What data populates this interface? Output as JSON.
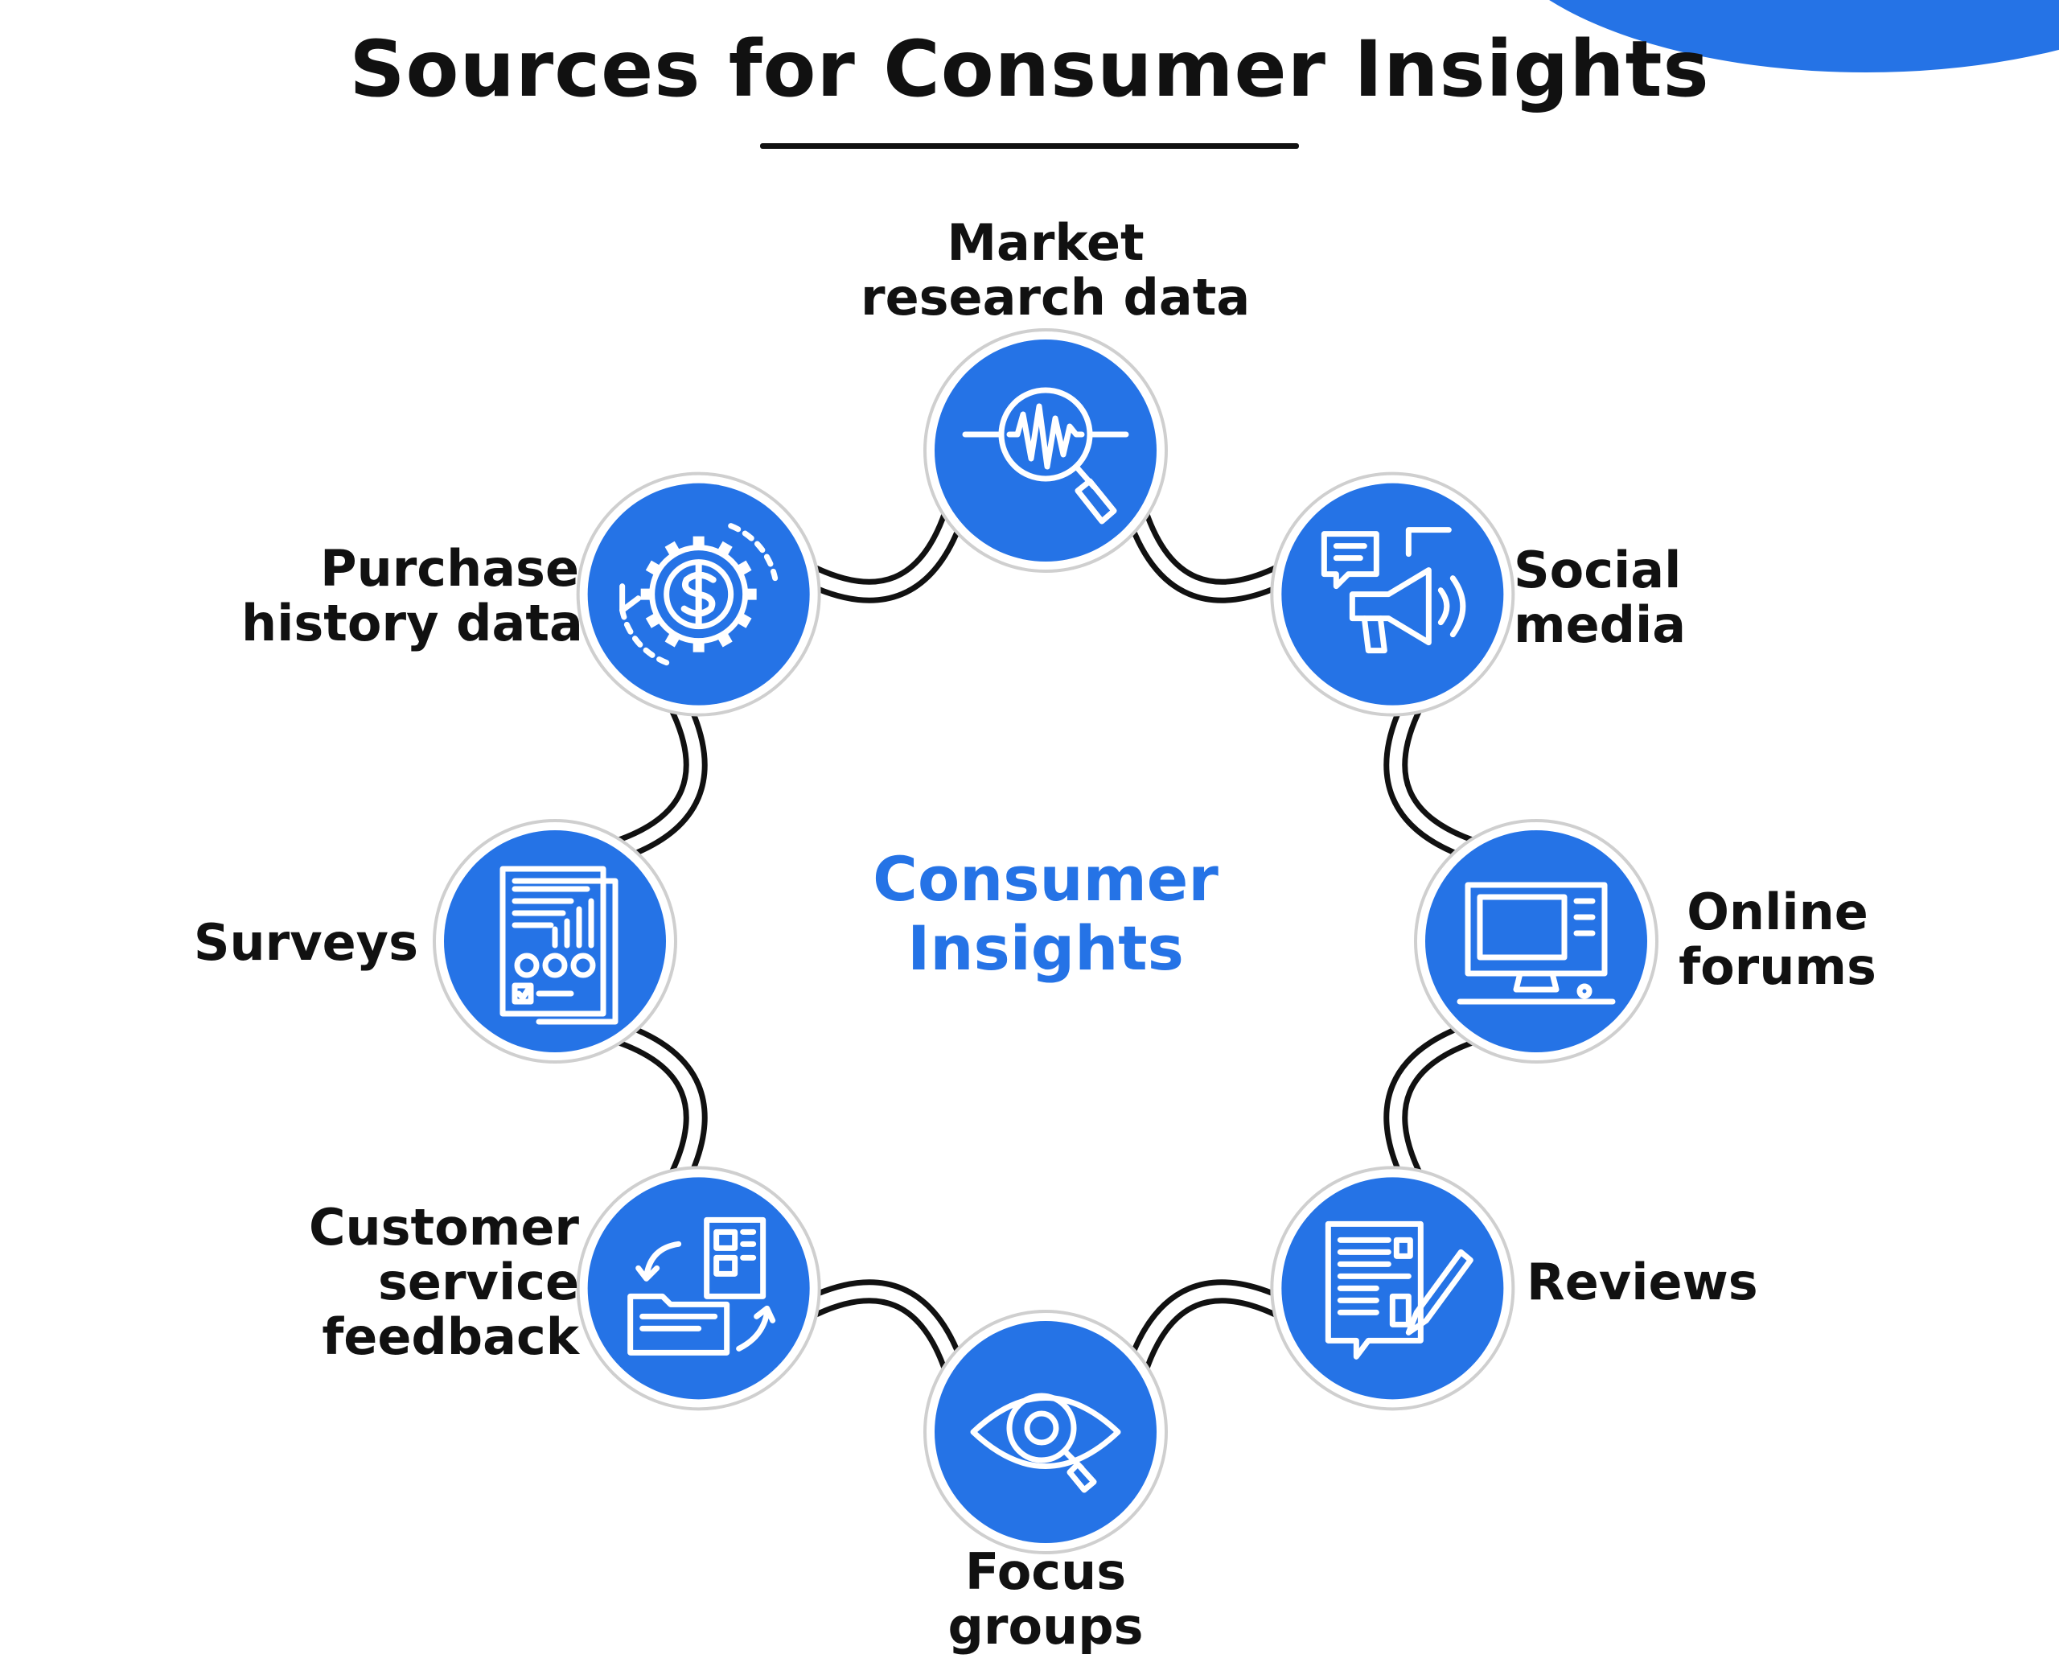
{
  "title": "Sources for Consumer Insights",
  "center": {
    "line1": "Consumer",
    "line2": "Insights"
  },
  "colors": {
    "accent": "#2573e6",
    "ink": "#111111",
    "ring": "#cfcfcf"
  },
  "nodes": [
    {
      "id": "market",
      "lines": [
        "Market",
        "research data"
      ],
      "icon": "magnifier-waveform-icon"
    },
    {
      "id": "social",
      "lines": [
        "Social",
        "media"
      ],
      "icon": "megaphone-chat-icon"
    },
    {
      "id": "forums",
      "lines": [
        "Online",
        "forums"
      ],
      "icon": "computer-monitor-icon"
    },
    {
      "id": "reviews",
      "lines": [
        "Reviews"
      ],
      "icon": "document-pen-icon"
    },
    {
      "id": "focus",
      "lines": [
        "Focus",
        "groups"
      ],
      "icon": "eye-magnifier-icon"
    },
    {
      "id": "service",
      "lines": [
        "Customer",
        "service",
        "feedback"
      ],
      "icon": "folder-documents-icon"
    },
    {
      "id": "surveys",
      "lines": [
        "Surveys"
      ],
      "icon": "survey-report-icon"
    },
    {
      "id": "purchase",
      "lines": [
        "Purchase",
        "history data"
      ],
      "icon": "dollar-gear-icon"
    }
  ]
}
